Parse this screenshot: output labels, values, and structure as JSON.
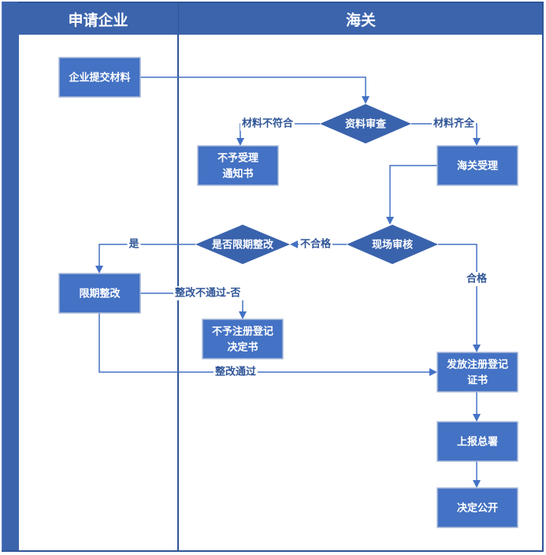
{
  "lanes": [
    {
      "id": "applicant",
      "title": "申请企业"
    },
    {
      "id": "customs",
      "title": "海关"
    }
  ],
  "colors": {
    "header": "#3b64ad",
    "node_fill": "#4472c4",
    "node_border": "#a9b9d8",
    "decision_fill": "#3a63ad",
    "edge": "#4472c4",
    "label": "#2f5597"
  },
  "nodes": {
    "submit": {
      "type": "process",
      "lane": "applicant",
      "lines": [
        "企业提交材料"
      ]
    },
    "review": {
      "type": "decision",
      "lane": "customs",
      "lines": [
        "资料审查"
      ]
    },
    "reject_notice": {
      "type": "process",
      "lane": "customs",
      "lines": [
        "不予受理",
        "通知书"
      ]
    },
    "accept": {
      "type": "process",
      "lane": "customs",
      "lines": [
        "海关受理"
      ]
    },
    "inspection": {
      "type": "decision",
      "lane": "customs",
      "lines": [
        "现场审核"
      ]
    },
    "rectify_q": {
      "type": "decision",
      "lane": "customs",
      "lines": [
        "是否限期整改"
      ]
    },
    "rectify": {
      "type": "process",
      "lane": "applicant",
      "lines": [
        "限期整改"
      ]
    },
    "deny_reg": {
      "type": "process",
      "lane": "customs",
      "lines": [
        "不予注册登记",
        "决定书"
      ]
    },
    "issue_cert": {
      "type": "process",
      "lane": "customs",
      "lines": [
        "发放注册登记",
        "证书"
      ]
    },
    "report": {
      "type": "process",
      "lane": "customs",
      "lines": [
        "上报总署"
      ]
    },
    "publish": {
      "type": "process",
      "lane": "customs",
      "lines": [
        "决定公开"
      ]
    }
  },
  "edges": [
    {
      "from": "submit",
      "to": "review",
      "label": ""
    },
    {
      "from": "review",
      "to": "reject_notice",
      "label": "材料不符合"
    },
    {
      "from": "review",
      "to": "accept",
      "label": "材料齐全"
    },
    {
      "from": "accept",
      "to": "inspection",
      "label": ""
    },
    {
      "from": "inspection",
      "to": "rectify_q",
      "label": "不合格"
    },
    {
      "from": "inspection",
      "to": "issue_cert",
      "label": "合格"
    },
    {
      "from": "rectify_q",
      "to": "rectify",
      "label": "是"
    },
    {
      "from": "rectify",
      "to": "deny_reg",
      "label": "整改不通过-否"
    },
    {
      "from": "rectify",
      "to": "issue_cert",
      "label": "整改通过"
    },
    {
      "from": "issue_cert",
      "to": "report",
      "label": ""
    },
    {
      "from": "report",
      "to": "publish",
      "label": ""
    }
  ]
}
